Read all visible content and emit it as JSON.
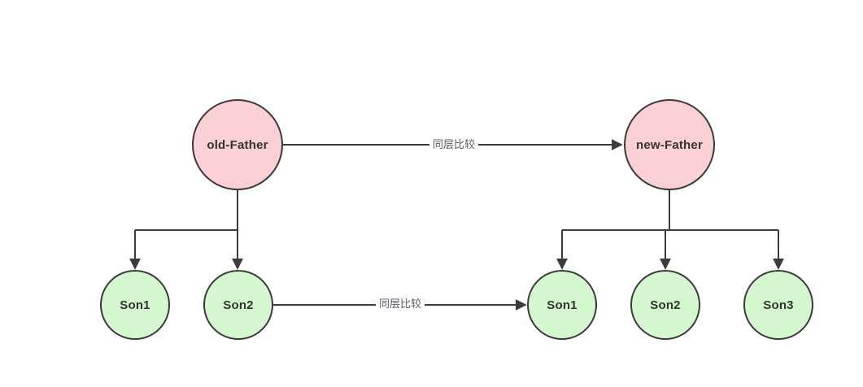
{
  "diagram": {
    "nodes": {
      "old_father": "old-Father",
      "new_father": "new-Father",
      "left_son1": "Son1",
      "left_son2": "Son2",
      "right_son1": "Son1",
      "right_son2": "Son2",
      "right_son3": "Son3"
    },
    "edge_labels": {
      "top_compare": "同层比较",
      "bottom_compare": "同层比较"
    },
    "colors": {
      "parent_fill": "#fbd0d4",
      "child_fill": "#d5f7cf",
      "stroke": "#3b3b3b",
      "node_text": "#333333",
      "edge_label_text": "#5a5a64",
      "background": "#ffffff"
    }
  }
}
